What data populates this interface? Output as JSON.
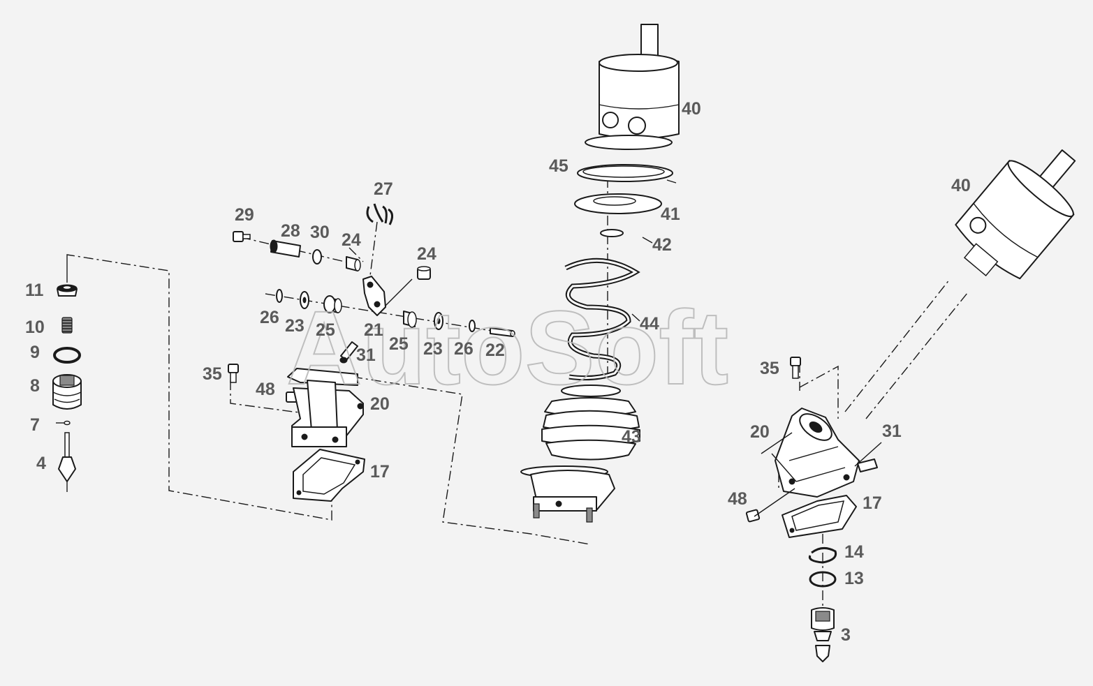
{
  "watermark": "AutoSoft",
  "callouts": [
    {
      "id": "c40a",
      "text": "40"
    },
    {
      "id": "c45",
      "text": "45"
    },
    {
      "id": "c41",
      "text": "41"
    },
    {
      "id": "c42",
      "text": "42"
    },
    {
      "id": "c44",
      "text": "44"
    },
    {
      "id": "c43",
      "text": "43"
    },
    {
      "id": "c27",
      "text": "27"
    },
    {
      "id": "c29",
      "text": "29"
    },
    {
      "id": "c28",
      "text": "28"
    },
    {
      "id": "c30",
      "text": "30"
    },
    {
      "id": "c24a",
      "text": "24"
    },
    {
      "id": "c24b",
      "text": "24"
    },
    {
      "id": "c26a",
      "text": "26"
    },
    {
      "id": "c23a",
      "text": "23"
    },
    {
      "id": "c25a",
      "text": "25"
    },
    {
      "id": "c21",
      "text": "21"
    },
    {
      "id": "c25b",
      "text": "25"
    },
    {
      "id": "c23b",
      "text": "23"
    },
    {
      "id": "c26b",
      "text": "26"
    },
    {
      "id": "c22",
      "text": "22"
    },
    {
      "id": "c31a",
      "text": "31"
    },
    {
      "id": "c35a",
      "text": "35"
    },
    {
      "id": "c48a",
      "text": "48"
    },
    {
      "id": "c20a",
      "text": "20"
    },
    {
      "id": "c17a",
      "text": "17"
    },
    {
      "id": "c11",
      "text": "11"
    },
    {
      "id": "c10",
      "text": "10"
    },
    {
      "id": "c9",
      "text": "9"
    },
    {
      "id": "c8",
      "text": "8"
    },
    {
      "id": "c7",
      "text": "7"
    },
    {
      "id": "c4",
      "text": "4"
    },
    {
      "id": "c40b",
      "text": "40"
    },
    {
      "id": "c35b",
      "text": "35"
    },
    {
      "id": "c20b",
      "text": "20"
    },
    {
      "id": "c31b",
      "text": "31"
    },
    {
      "id": "c48b",
      "text": "48"
    },
    {
      "id": "c17b",
      "text": "17"
    },
    {
      "id": "c14",
      "text": "14"
    },
    {
      "id": "c13",
      "text": "13"
    },
    {
      "id": "c3",
      "text": "3"
    }
  ]
}
